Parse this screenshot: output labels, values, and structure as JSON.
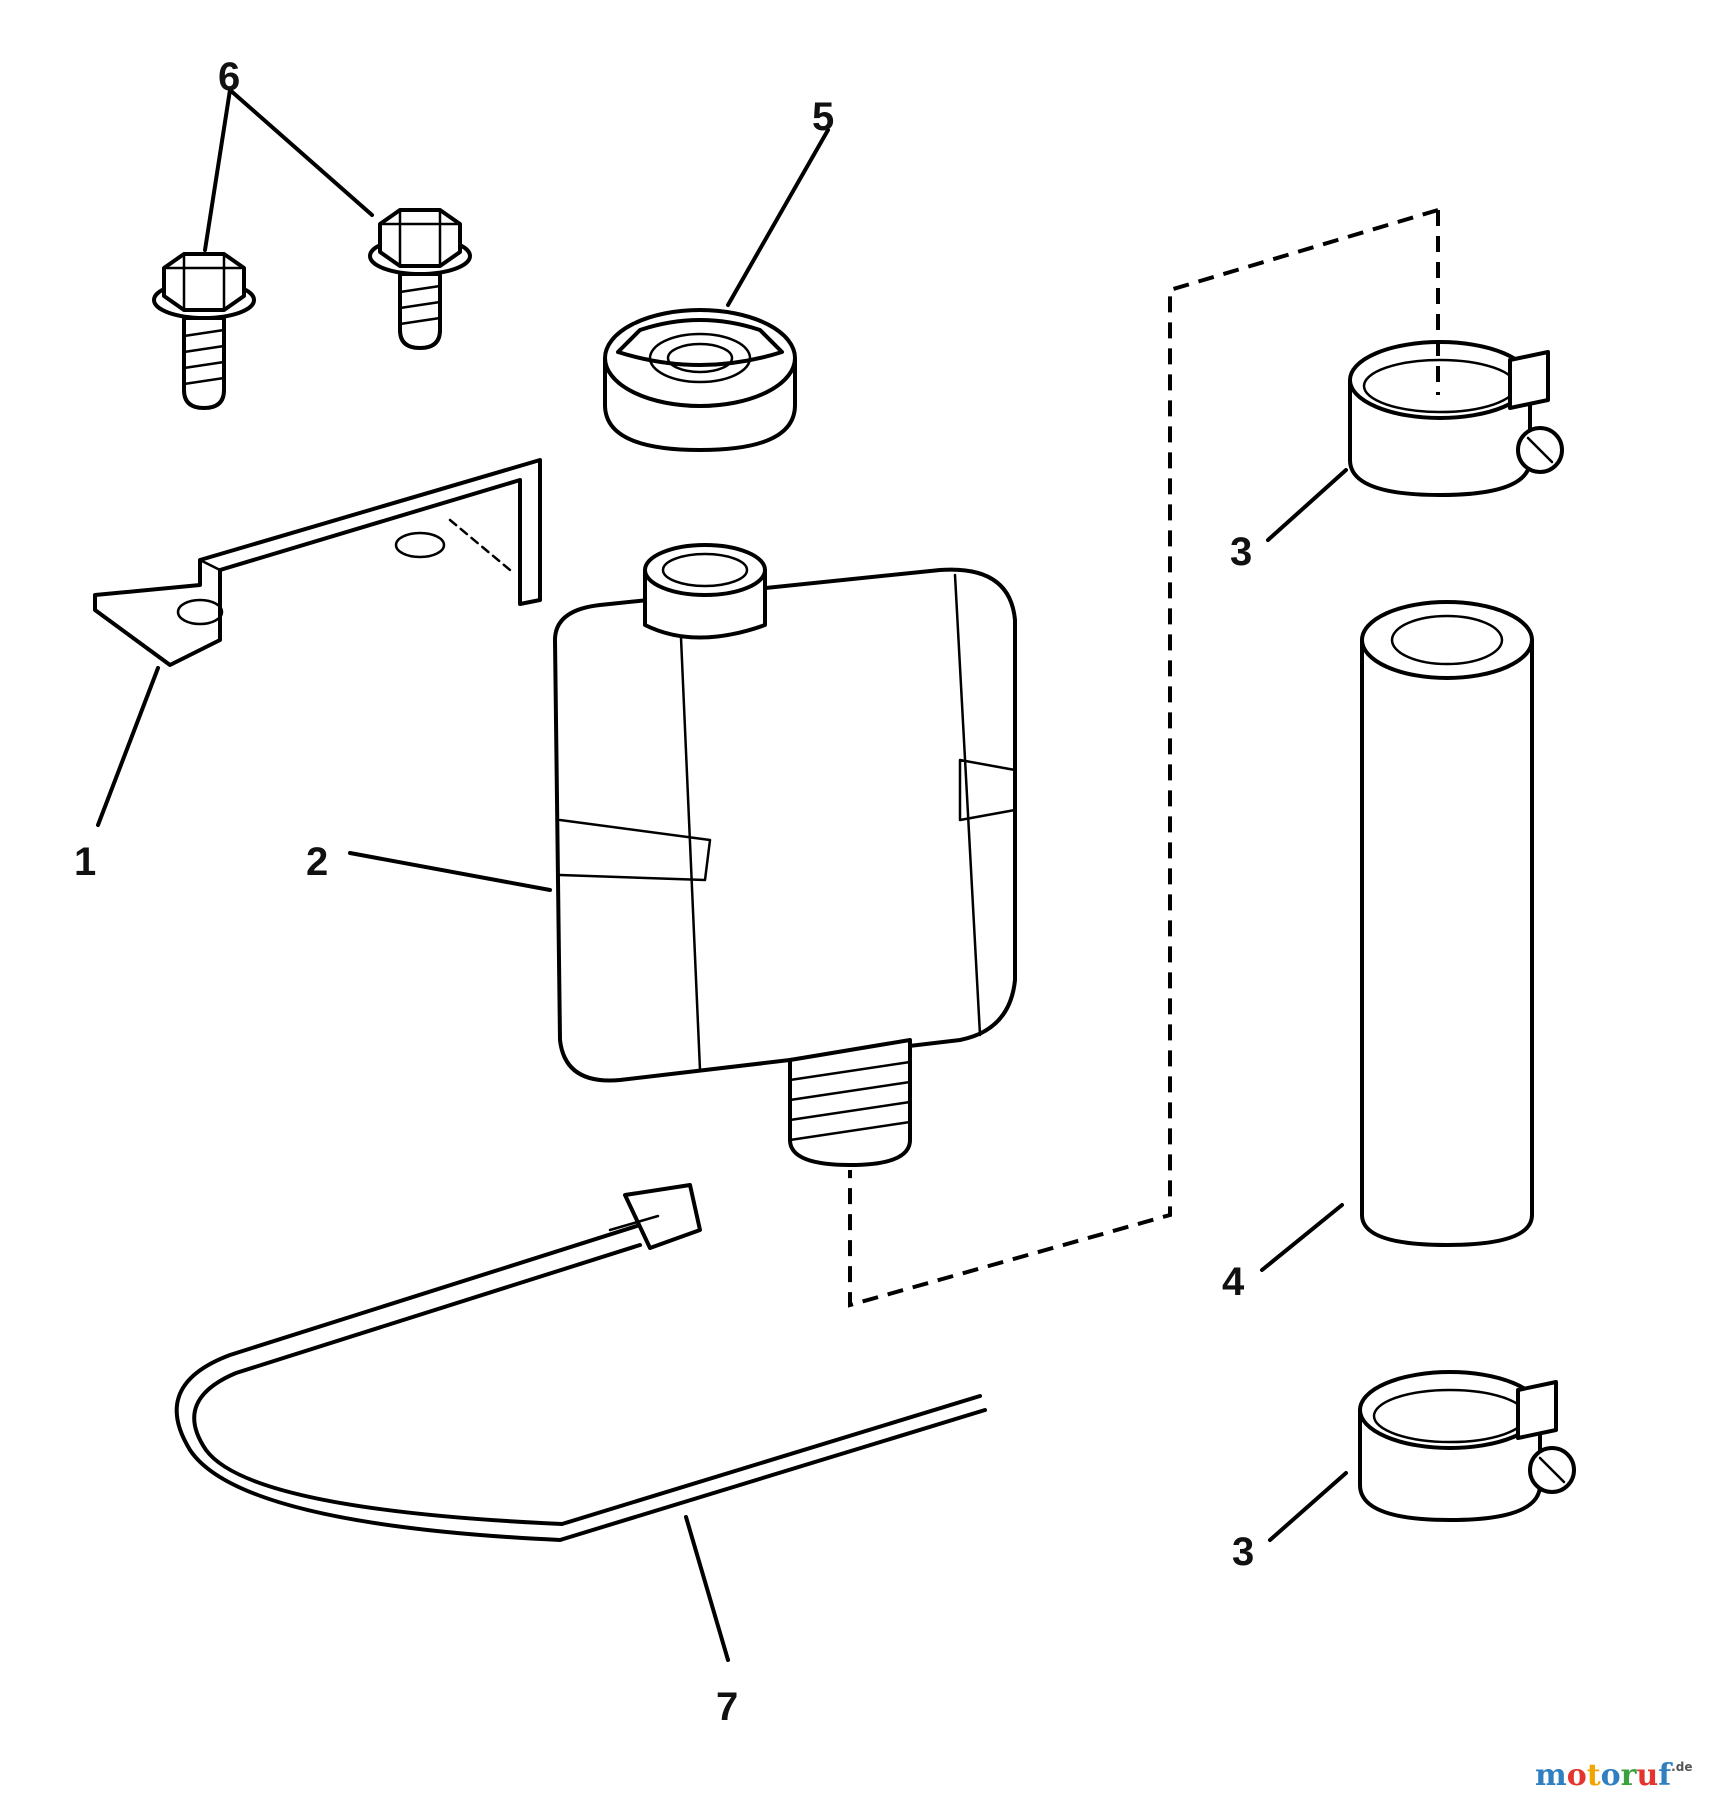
{
  "callouts": {
    "c1": "1",
    "c2": "2",
    "c3a": "3",
    "c3b": "3",
    "c4": "4",
    "c5": "5",
    "c6": "6",
    "c7": "7"
  },
  "watermark": {
    "parts": [
      {
        "text": "m",
        "color": "#2f7fc1"
      },
      {
        "text": "o",
        "color": "#e3342f"
      },
      {
        "text": "t",
        "color": "#f0a500"
      },
      {
        "text": "o",
        "color": "#2f7fc1"
      },
      {
        "text": "r",
        "color": "#38a23f"
      },
      {
        "text": "u",
        "color": "#e3342f"
      },
      {
        "text": "f",
        "color": "#2f7fc1"
      }
    ],
    "suffix": ".de"
  }
}
